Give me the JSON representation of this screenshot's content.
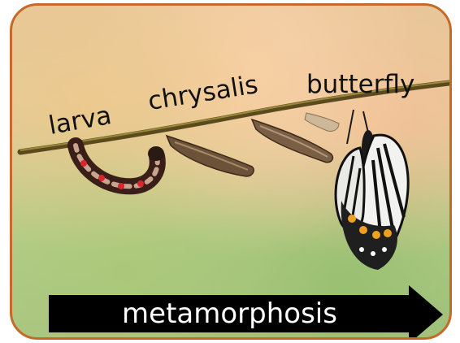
{
  "labels": {
    "larva": "larva",
    "chrysalis": "chrysalis",
    "butterfly": "butterfly"
  },
  "arrow": {
    "text": "metamorphosis"
  },
  "colors": {
    "frame_border": "#c56a2a",
    "arrow_fill": "#000000",
    "arrow_text": "#ffffff",
    "label_text": "#111111"
  }
}
